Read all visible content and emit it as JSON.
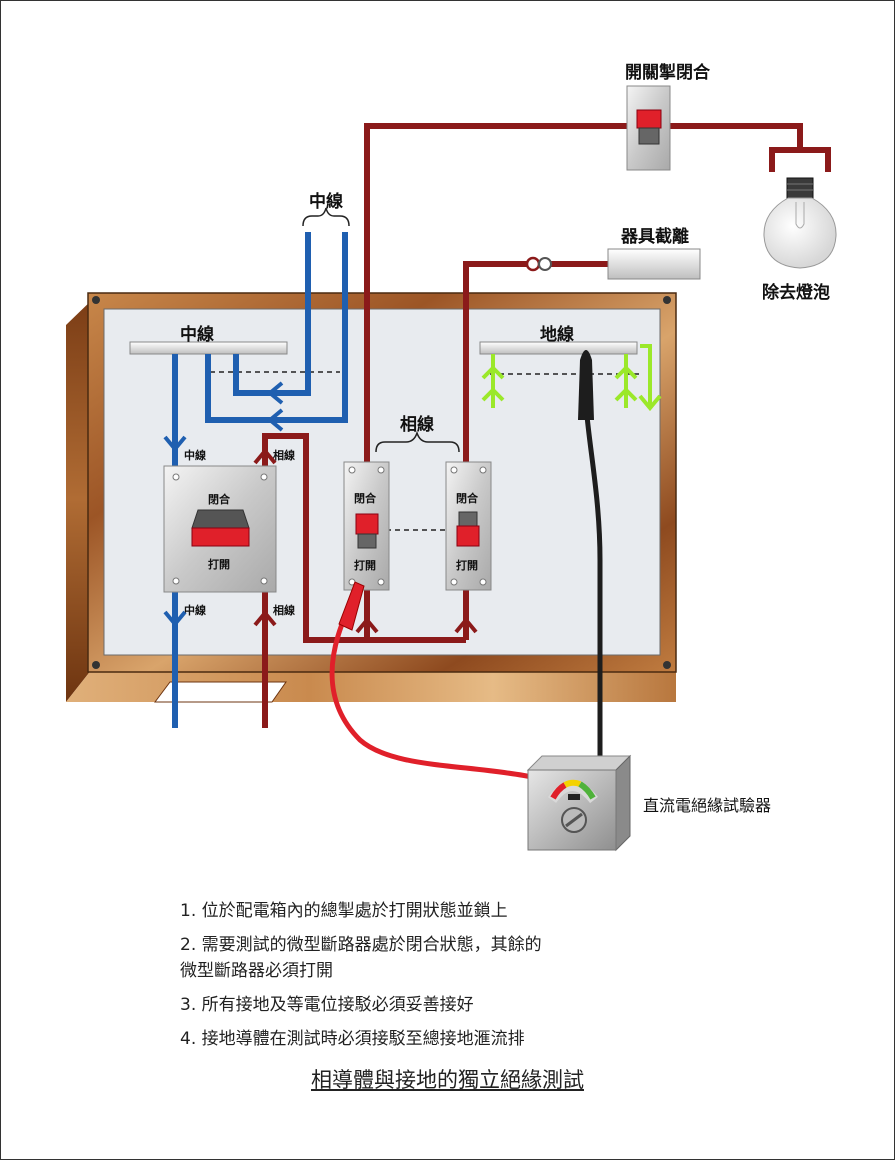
{
  "labels": {
    "switch_closed": "開關掣閉合",
    "bulb_removed": "除去燈泡",
    "neutral_top": "中線",
    "appliance_disconnected": "器具截離",
    "neutral_bar": "中線",
    "earth_bar": "地線",
    "phase_bracket": "相線",
    "main_neutral_in": "中線",
    "main_phase_in": "相線",
    "main_closed": "閉合",
    "main_open": "打開",
    "main_neutral_out": "中線",
    "main_phase_out": "相線",
    "mcb1_closed": "閉合",
    "mcb1_open": "打開",
    "mcb2_closed": "閉合",
    "mcb2_open": "打開",
    "tester": "直流電絕緣試驗器"
  },
  "notes": [
    "1. 位於配電箱內的總掣處於打開狀態並鎖上",
    "2. 需要測試的微型斷路器處於閉合狀態，其餘的\n微型斷路器必須打開",
    "3. 所有接地及等電位接駁必須妥善接好",
    "4. 接地導體在測試時必須接駁至總接地滙流排"
  ],
  "caption": "相導體與接地的獨立絕緣測試",
  "colors": {
    "phase": "#8b1a1a",
    "neutral": "#1f5fb0",
    "earth": "#9be82a",
    "board_wood": "#a8622f",
    "panel": "#e8ebef",
    "test_lead_red": "#e0202a",
    "test_lead_black": "#222222"
  }
}
